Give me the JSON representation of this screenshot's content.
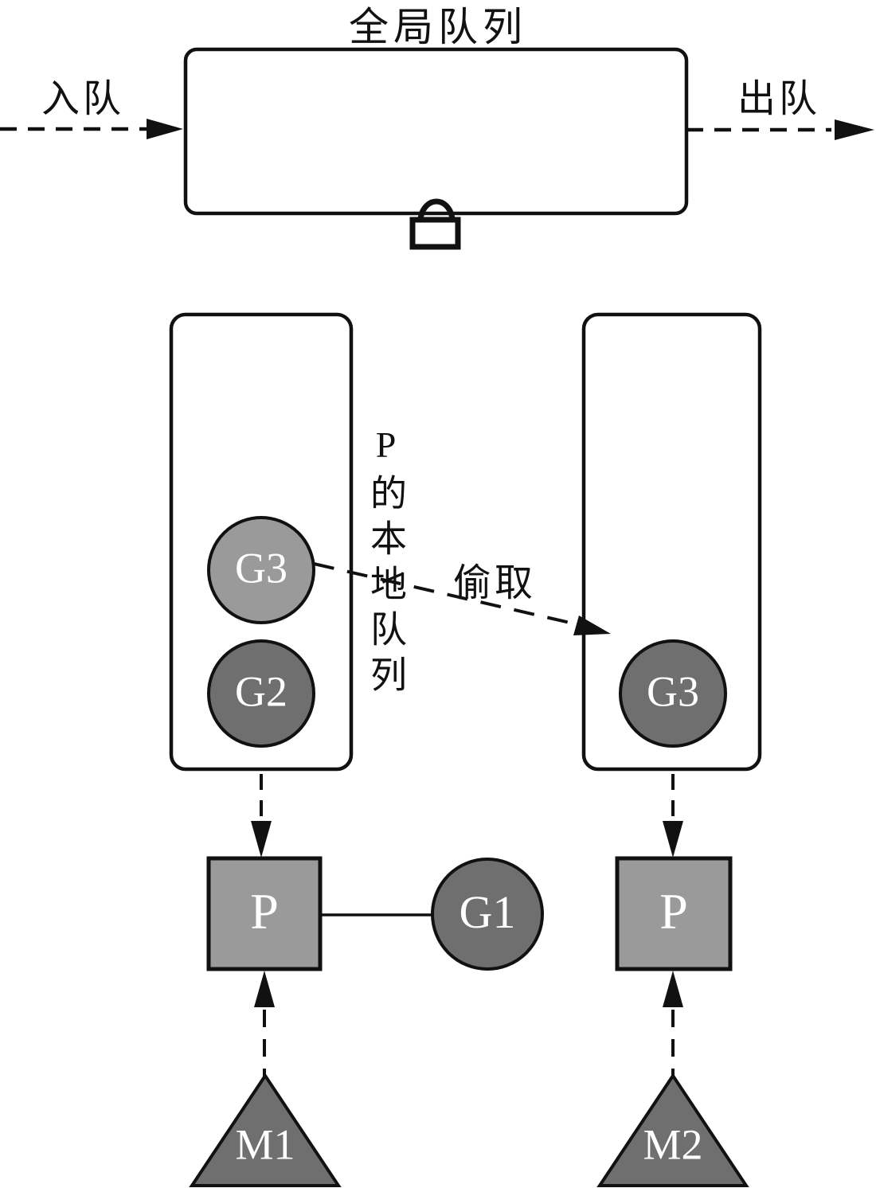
{
  "diagram": {
    "global_queue": {
      "title": "全局队列",
      "enqueue_label": "入队",
      "dequeue_label": "出队",
      "lock_icon": "lock"
    },
    "local_queues": {
      "vertical_label": "P的本地队列",
      "steal_label": "偷取",
      "left": {
        "items": [
          {
            "id": "G3"
          },
          {
            "id": "G2"
          }
        ]
      },
      "right": {
        "items": [
          {
            "id": "G3"
          }
        ]
      }
    },
    "processors": {
      "left": {
        "label": "P",
        "running_goroutine": "G1"
      },
      "right": {
        "label": "P"
      }
    },
    "machines": {
      "left": "M1",
      "right": "M2"
    },
    "colors": {
      "light_gray": "#9a9a9a",
      "dark_gray": "#6f6f6f",
      "outline": "#111111",
      "white": "#ffffff"
    }
  }
}
